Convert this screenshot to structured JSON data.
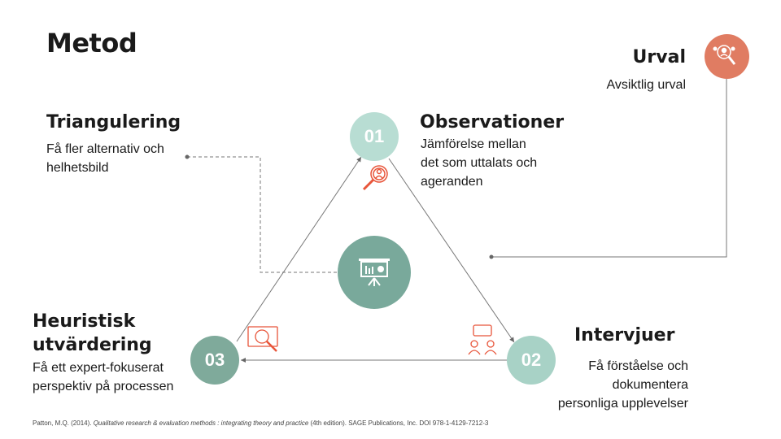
{
  "title": "Metod",
  "urval": {
    "heading": "Urval",
    "text": "Avsiktlig urval"
  },
  "triangulering": {
    "heading": "Triangulering",
    "lines": [
      "Få fler alternativ och",
      "helhetsbild"
    ]
  },
  "observationer": {
    "number": "01",
    "heading": "Observationer",
    "lines": [
      "Jämförelse mellan",
      "det som uttalats och",
      "ageranden"
    ]
  },
  "intervjuer": {
    "number": "02",
    "heading": "Intervjuer",
    "lines": [
      "Få förståelse och",
      "dokumentera",
      "personliga upplevelser"
    ]
  },
  "heuristisk": {
    "number": "03",
    "heading_lines": [
      "Heuristisk",
      "utvärdering"
    ],
    "lines": [
      "Få ett expert-fokuserat",
      "perspektiv på processen"
    ]
  },
  "citation": {
    "plain1": "Patton, M.Q. (2014). ",
    "italic": "Qualitative research & evaluation methods : integrating theory and practice",
    "plain2": " (4th edition). SAGE Publications, Inc. DOI 978-1-4129-7212-3"
  },
  "colors": {
    "accent": "#e07c62",
    "icon": "#e8553a",
    "c01": "#b8ddd3",
    "c02": "#a8d2c6",
    "c03": "#7faa9b",
    "center": "#79a99b"
  }
}
